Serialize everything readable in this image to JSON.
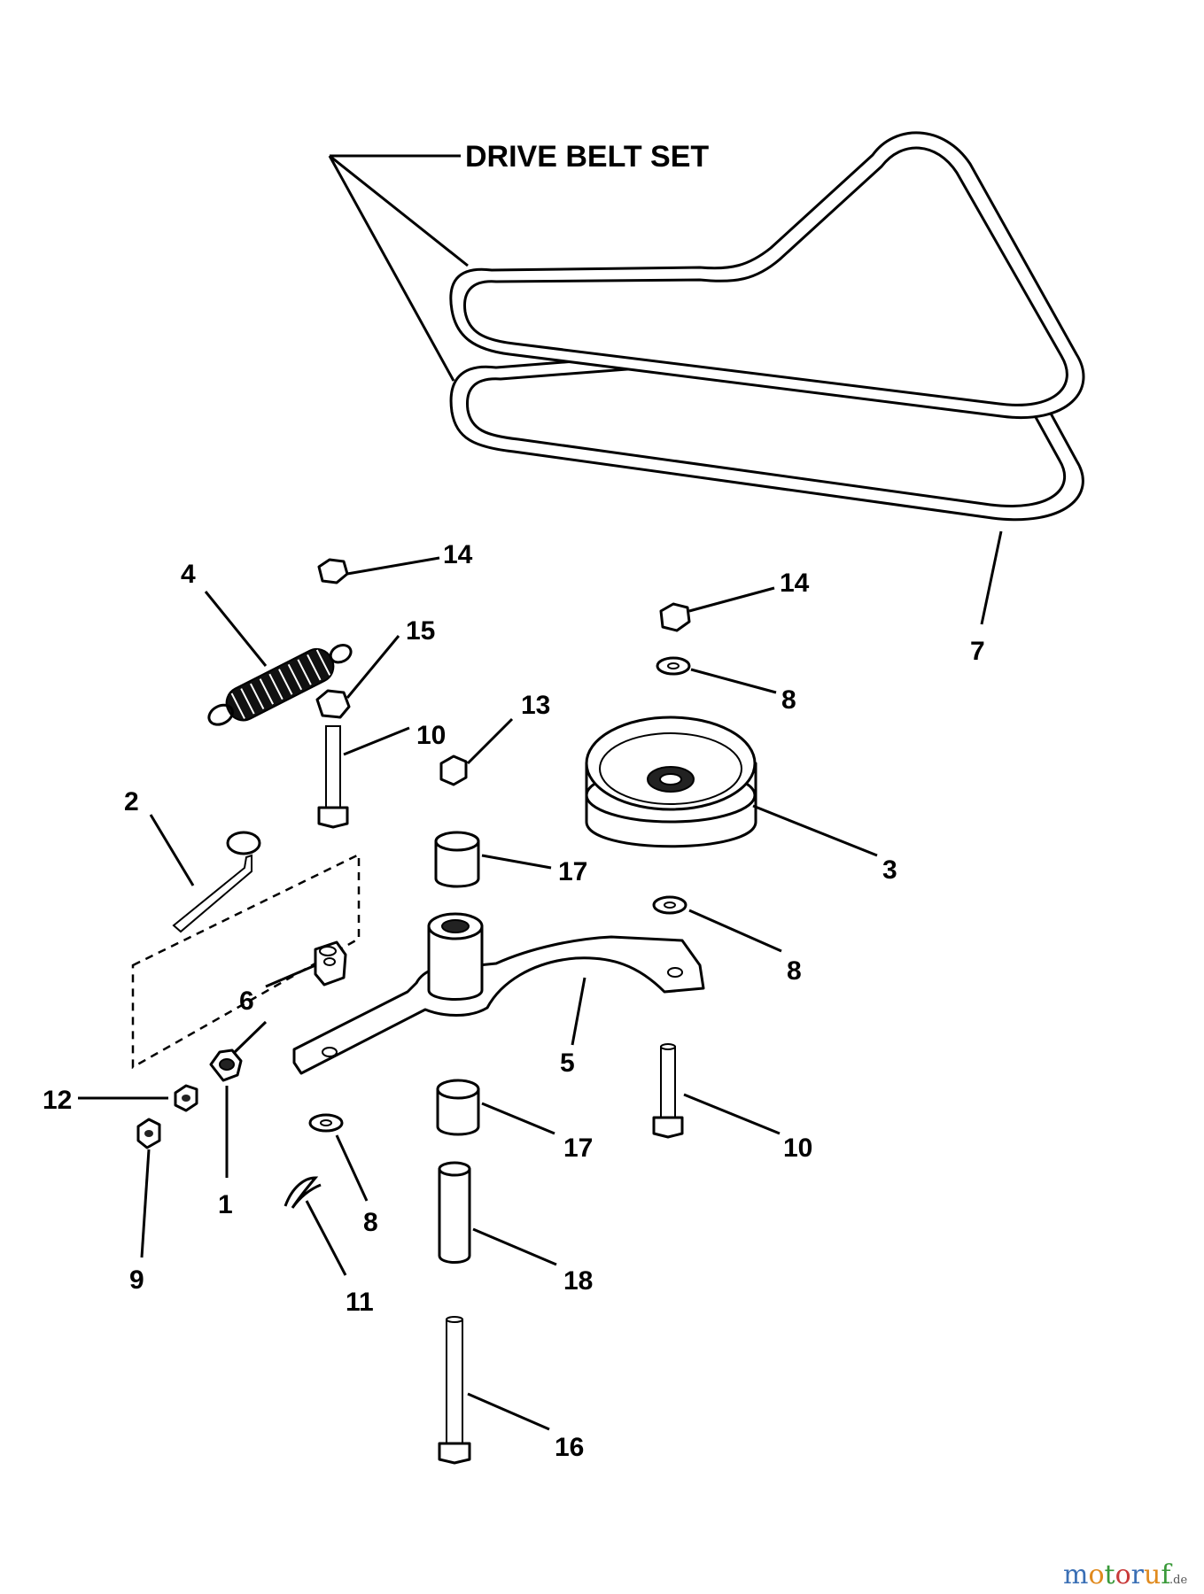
{
  "title": "DRIVE BELT SET",
  "callouts": {
    "n1": "1",
    "n2": "2",
    "n3": "3",
    "n4": "4",
    "n5": "5",
    "n6": "6",
    "n7": "7",
    "n8a": "8",
    "n8b": "8",
    "n8c": "8",
    "n9": "9",
    "n10a": "10",
    "n10b": "10",
    "n11": "11",
    "n12": "12",
    "n13": "13",
    "n14a": "14",
    "n14b": "14",
    "n15": "15",
    "n16": "16",
    "n17a": "17",
    "n17b": "17",
    "n18": "18"
  },
  "watermark": {
    "letters": [
      "m",
      "o",
      "t",
      "o",
      "r",
      "u",
      "f"
    ],
    "colors": [
      "#3a6fb5",
      "#e08a1e",
      "#3a9a3a",
      "#c83a3a",
      "#3a6fb5",
      "#e08a1e",
      "#3a9a3a"
    ],
    "suffix": ".de"
  }
}
